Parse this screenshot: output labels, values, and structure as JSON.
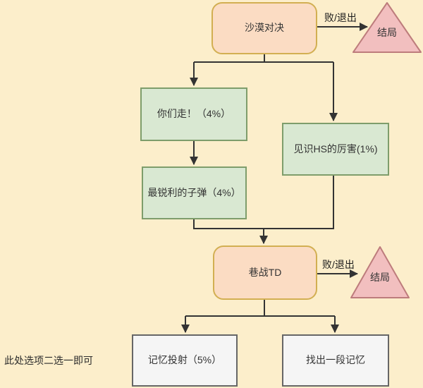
{
  "diagram": {
    "type": "flowchart",
    "background_color": "#fceecb",
    "nodes": {
      "desert": {
        "label": "沙漠对决",
        "shape": "rounded-rect",
        "fill": "#fbdcc3",
        "stroke": "#d2af52"
      },
      "ending_top": {
        "label": "结局",
        "shape": "triangle",
        "fill": "#f2bfbf",
        "stroke": "#bd7c7c"
      },
      "go": {
        "label": "你们走！（4%）",
        "shape": "rect",
        "fill": "#d9e8d2",
        "stroke": "#7e9d6b"
      },
      "hs": {
        "label": "见识HS的厉害(1%)",
        "shape": "rect",
        "fill": "#d9e8d2",
        "stroke": "#7e9d6b"
      },
      "bullet": {
        "label": "最锐利的子弹（4%）",
        "shape": "rect",
        "fill": "#d9e8d2",
        "stroke": "#7e9d6b"
      },
      "alley": {
        "label": "巷战TD",
        "shape": "rounded-rect",
        "fill": "#fbdcc3",
        "stroke": "#d2af52"
      },
      "ending_bottom": {
        "label": "结局",
        "shape": "triangle",
        "fill": "#f2bfbf",
        "stroke": "#bd7c7c"
      },
      "memory": {
        "label": "记忆投射（5%）",
        "shape": "rect",
        "fill": "#f5f5f5",
        "stroke": "#666666"
      },
      "find": {
        "label": "找出一段记忆",
        "shape": "rect",
        "fill": "#f5f5f5",
        "stroke": "#666666"
      }
    },
    "edges": {
      "desert_fail_label": "败/退出",
      "alley_fail_label": "败/退出"
    },
    "note": "此处选项二选一即可",
    "line_color": "#333333"
  }
}
